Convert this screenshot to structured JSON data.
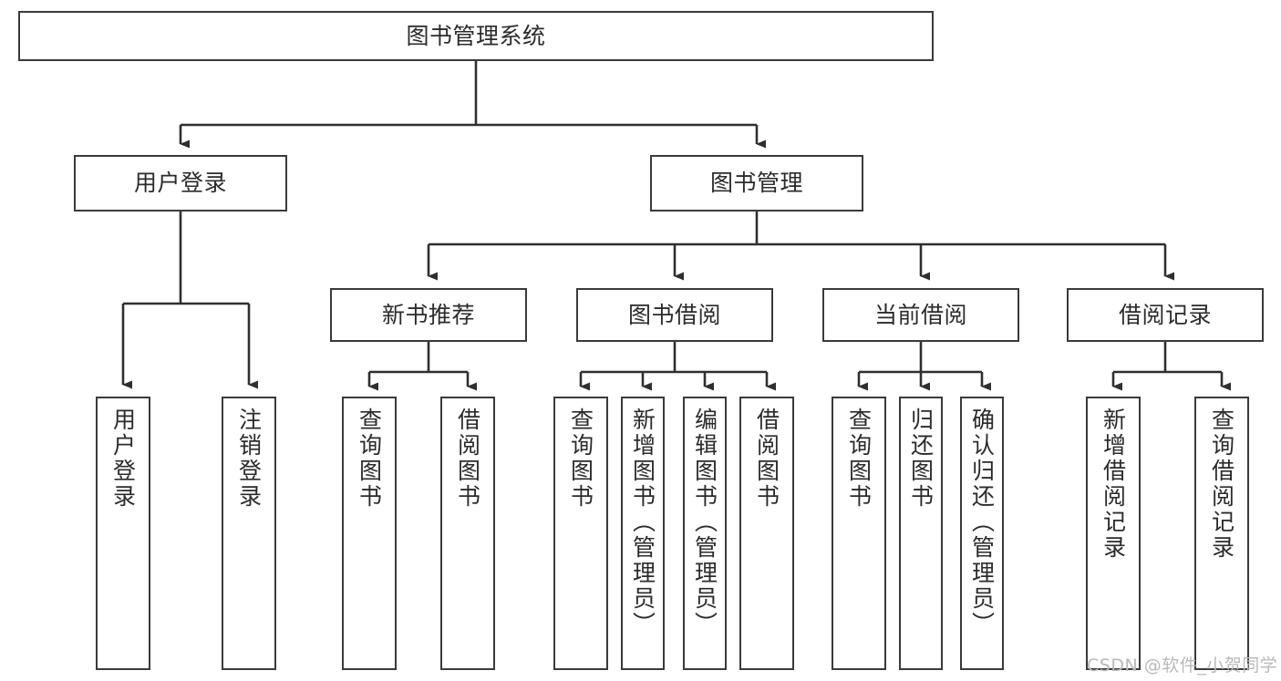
{
  "diagram": {
    "type": "tree-hierarchy-chart",
    "root": {
      "label": "图书管理系统"
    },
    "level1": [
      {
        "label": "用户登录"
      },
      {
        "label": "图书管理"
      }
    ],
    "level2": [
      {
        "label": "新书推荐"
      },
      {
        "label": "图书借阅"
      },
      {
        "label": "当前借阅"
      },
      {
        "label": "借阅记录"
      }
    ],
    "leaves": {
      "user_login": [
        {
          "label": "用户登录"
        },
        {
          "label": "注销登录"
        }
      ],
      "new_book_recommend": [
        {
          "label": "查询图书"
        },
        {
          "label": "借阅图书"
        }
      ],
      "book_borrow": [
        {
          "label": "查询图书"
        },
        {
          "label": "新增图书（管理员）"
        },
        {
          "label": "编辑图书（管理员）"
        },
        {
          "label": "借阅图书"
        }
      ],
      "current_borrow": [
        {
          "label": "查询图书"
        },
        {
          "label": "归还图书"
        },
        {
          "label": "确认归还（管理员）"
        }
      ],
      "borrow_record": [
        {
          "label": "新增借阅记录"
        },
        {
          "label": "查询借阅记录"
        }
      ]
    }
  },
  "watermark": {
    "text": "CSDN @软件_小贺同学"
  },
  "colors": {
    "border": "#3a3a3a",
    "text": "#2b2b2b",
    "background": "#ffffff",
    "watermark": "#b9b9b9"
  }
}
